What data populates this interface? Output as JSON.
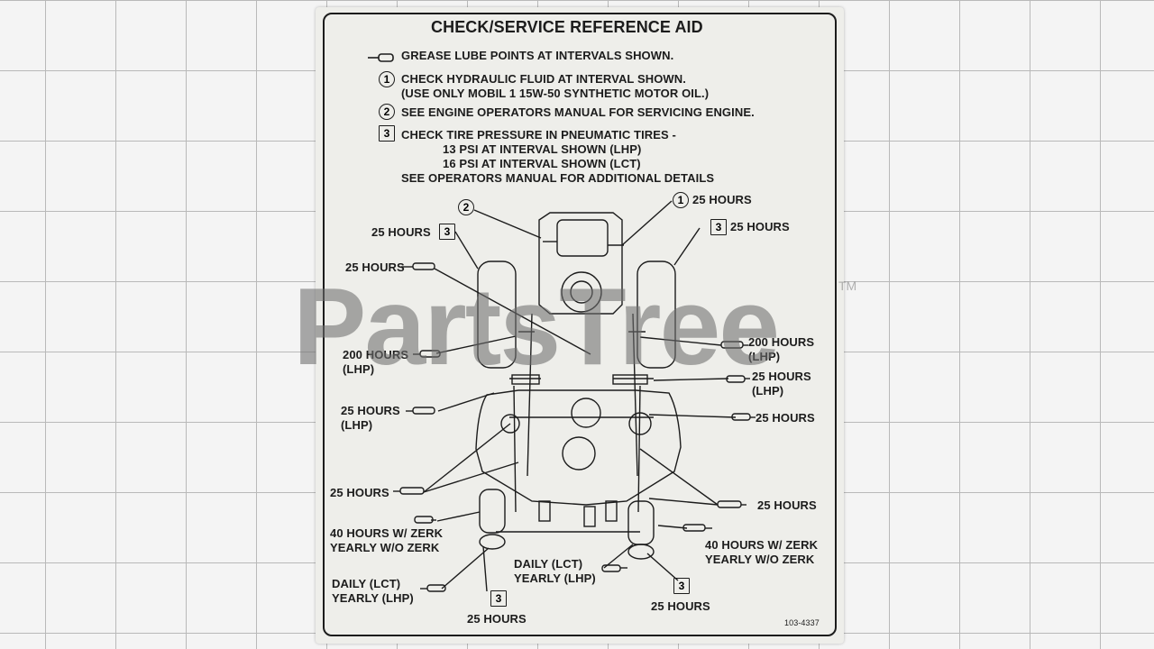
{
  "title": "CHECK/SERVICE REFERENCE AID",
  "legend": {
    "grease": "GREASE LUBE POINTS AT INTERVALS SHOWN.",
    "item1_num": "1",
    "item1_line1": "CHECK HYDRAULIC FLUID AT INTERVAL SHOWN.",
    "item1_line2": "(USE ONLY MOBIL 1 15W-50 SYNTHETIC MOTOR OIL.)",
    "item2_num": "2",
    "item2_line1": "SEE ENGINE OPERATORS MANUAL FOR SERVICING ENGINE.",
    "item3_num": "3",
    "item3_line1": "CHECK TIRE PRESSURE IN PNEUMATIC TIRES -",
    "item3_line2": "13 PSI AT INTERVAL SHOWN (LHP)",
    "item3_line3": "16 PSI AT INTERVAL SHOWN (LCT)",
    "item3_line4": "SEE OPERATORS MANUAL FOR ADDITIONAL DETAILS"
  },
  "labels": {
    "l_25_3_top": "25 HOURS",
    "l_25_grease1": "25 HOURS",
    "l_200_left": "200 HOURS",
    "l_200_left_sub": "(LHP)",
    "l_25_left_mid": "25 HOURS",
    "l_25_left_mid_sub": "(LHP)",
    "l_25_left_low": "25 HOURS",
    "l_40_left": "40 HOURS W/ ZERK",
    "l_40_left_sub": "YEARLY W/O ZERK",
    "l_daily_left": "DAILY (LCT)",
    "l_daily_left_sub": "YEARLY (LHP)",
    "l_25_bottom_left": "25 HOURS",
    "l_daily_center": "DAILY (LCT)",
    "l_daily_center_sub": "YEARLY (LHP)",
    "r_25_1": "25 HOURS",
    "r_25_3": "25 HOURS",
    "r_200": "200 HOURS",
    "r_200_sub": "(LHP)",
    "r_25_mid": "25 HOURS",
    "r_25_mid_sub": "(LHP)",
    "r_25_b": "25 HOURS",
    "r_25_c": "25 HOURS",
    "r_40": "40 HOURS W/ ZERK",
    "r_40_sub": "YEARLY W/O ZERK",
    "r_25_bottom": "25 HOURS",
    "n1": "1",
    "n2": "2",
    "n3a": "3",
    "n3b": "3",
    "n3c": "3",
    "n3d": "3"
  },
  "part_number": "103-4337",
  "watermark": "PartsTree",
  "trademark": "TM"
}
